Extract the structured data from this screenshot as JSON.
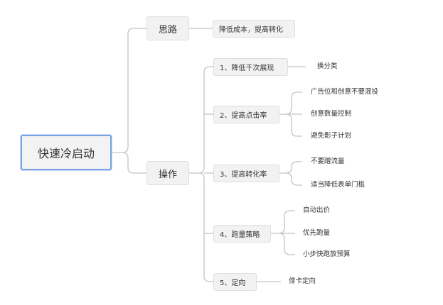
{
  "root": "快速冷启动",
  "branches": {
    "idea": {
      "label": "思路",
      "children": {
        "reduce_cost": "降低成本，提高转化"
      }
    },
    "operation": {
      "label": "操作",
      "children": {
        "c1": {
          "label": "1、降低千次展现",
          "leaves": [
            "换分类"
          ]
        },
        "c2": {
          "label": "2、提高点击率",
          "leaves": [
            "广告位和创意不要混投",
            "创意数量控制",
            "避免影子计划"
          ]
        },
        "c3": {
          "label": "3、提高转化率",
          "leaves": [
            "不要蹭流量",
            "适当降低表单门槛"
          ]
        },
        "c4": {
          "label": "4、跑量策略",
          "leaves": [
            "自动出价",
            "优先跑量",
            "小步快跑放预算"
          ]
        },
        "c5": {
          "label": "5、定向",
          "leaves": [
            "俳卡定向"
          ]
        }
      }
    }
  },
  "colors": {
    "line": "#c4c4c4",
    "node_bg": "#f2f2f2",
    "root_border": "#7aa3e5"
  }
}
